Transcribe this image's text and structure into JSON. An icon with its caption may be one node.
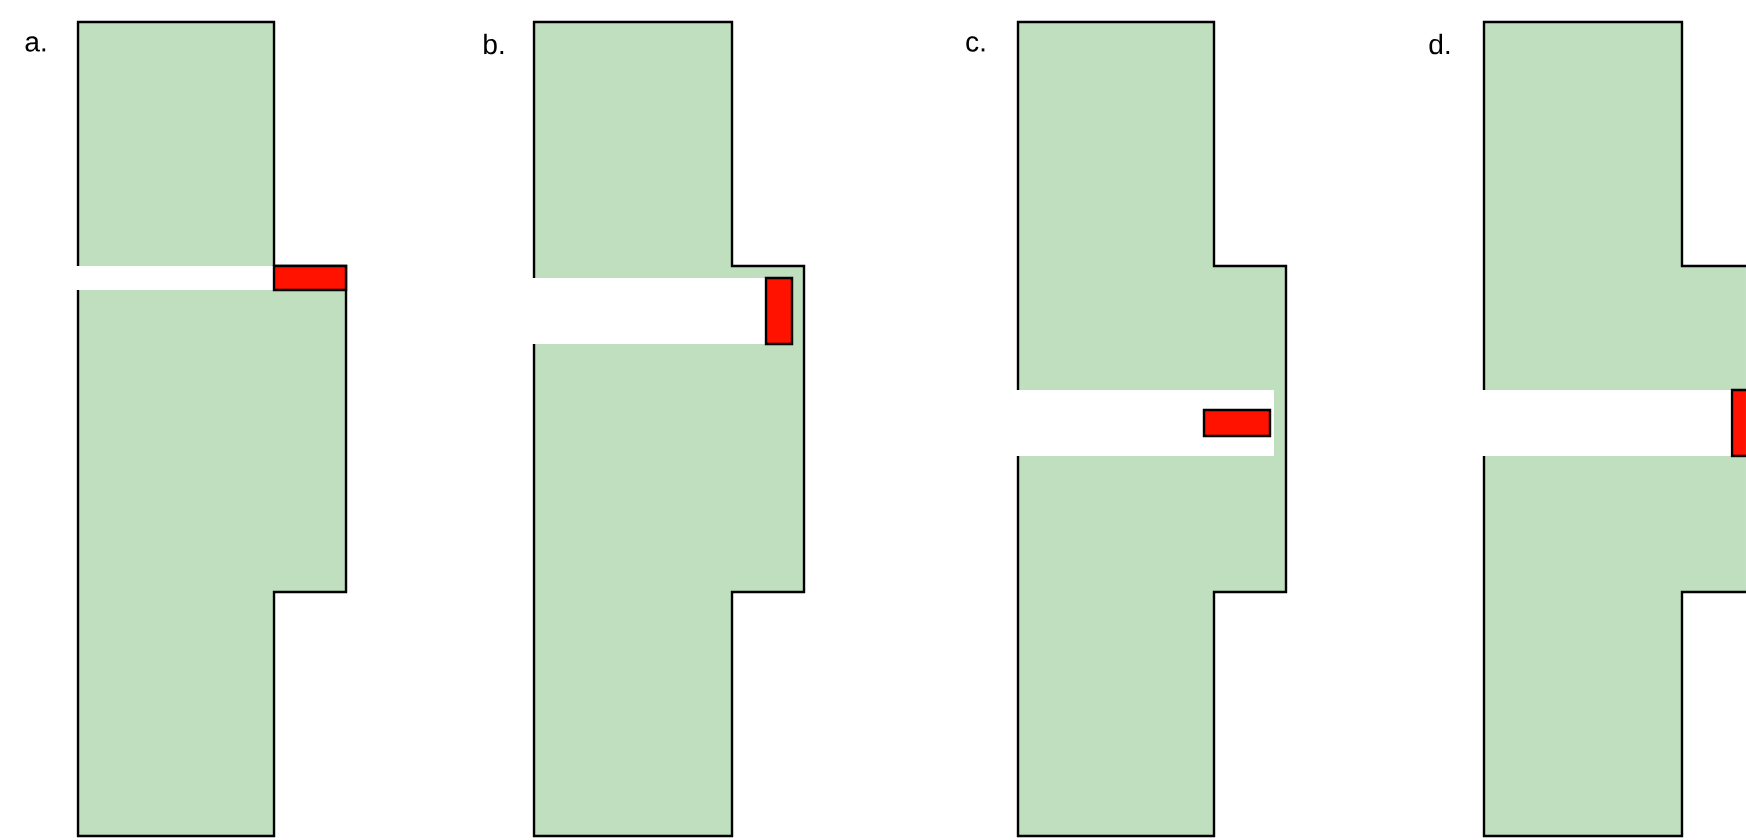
{
  "diagram": {
    "labels": [
      "a.",
      "b.",
      "c.",
      "d."
    ]
  }
}
